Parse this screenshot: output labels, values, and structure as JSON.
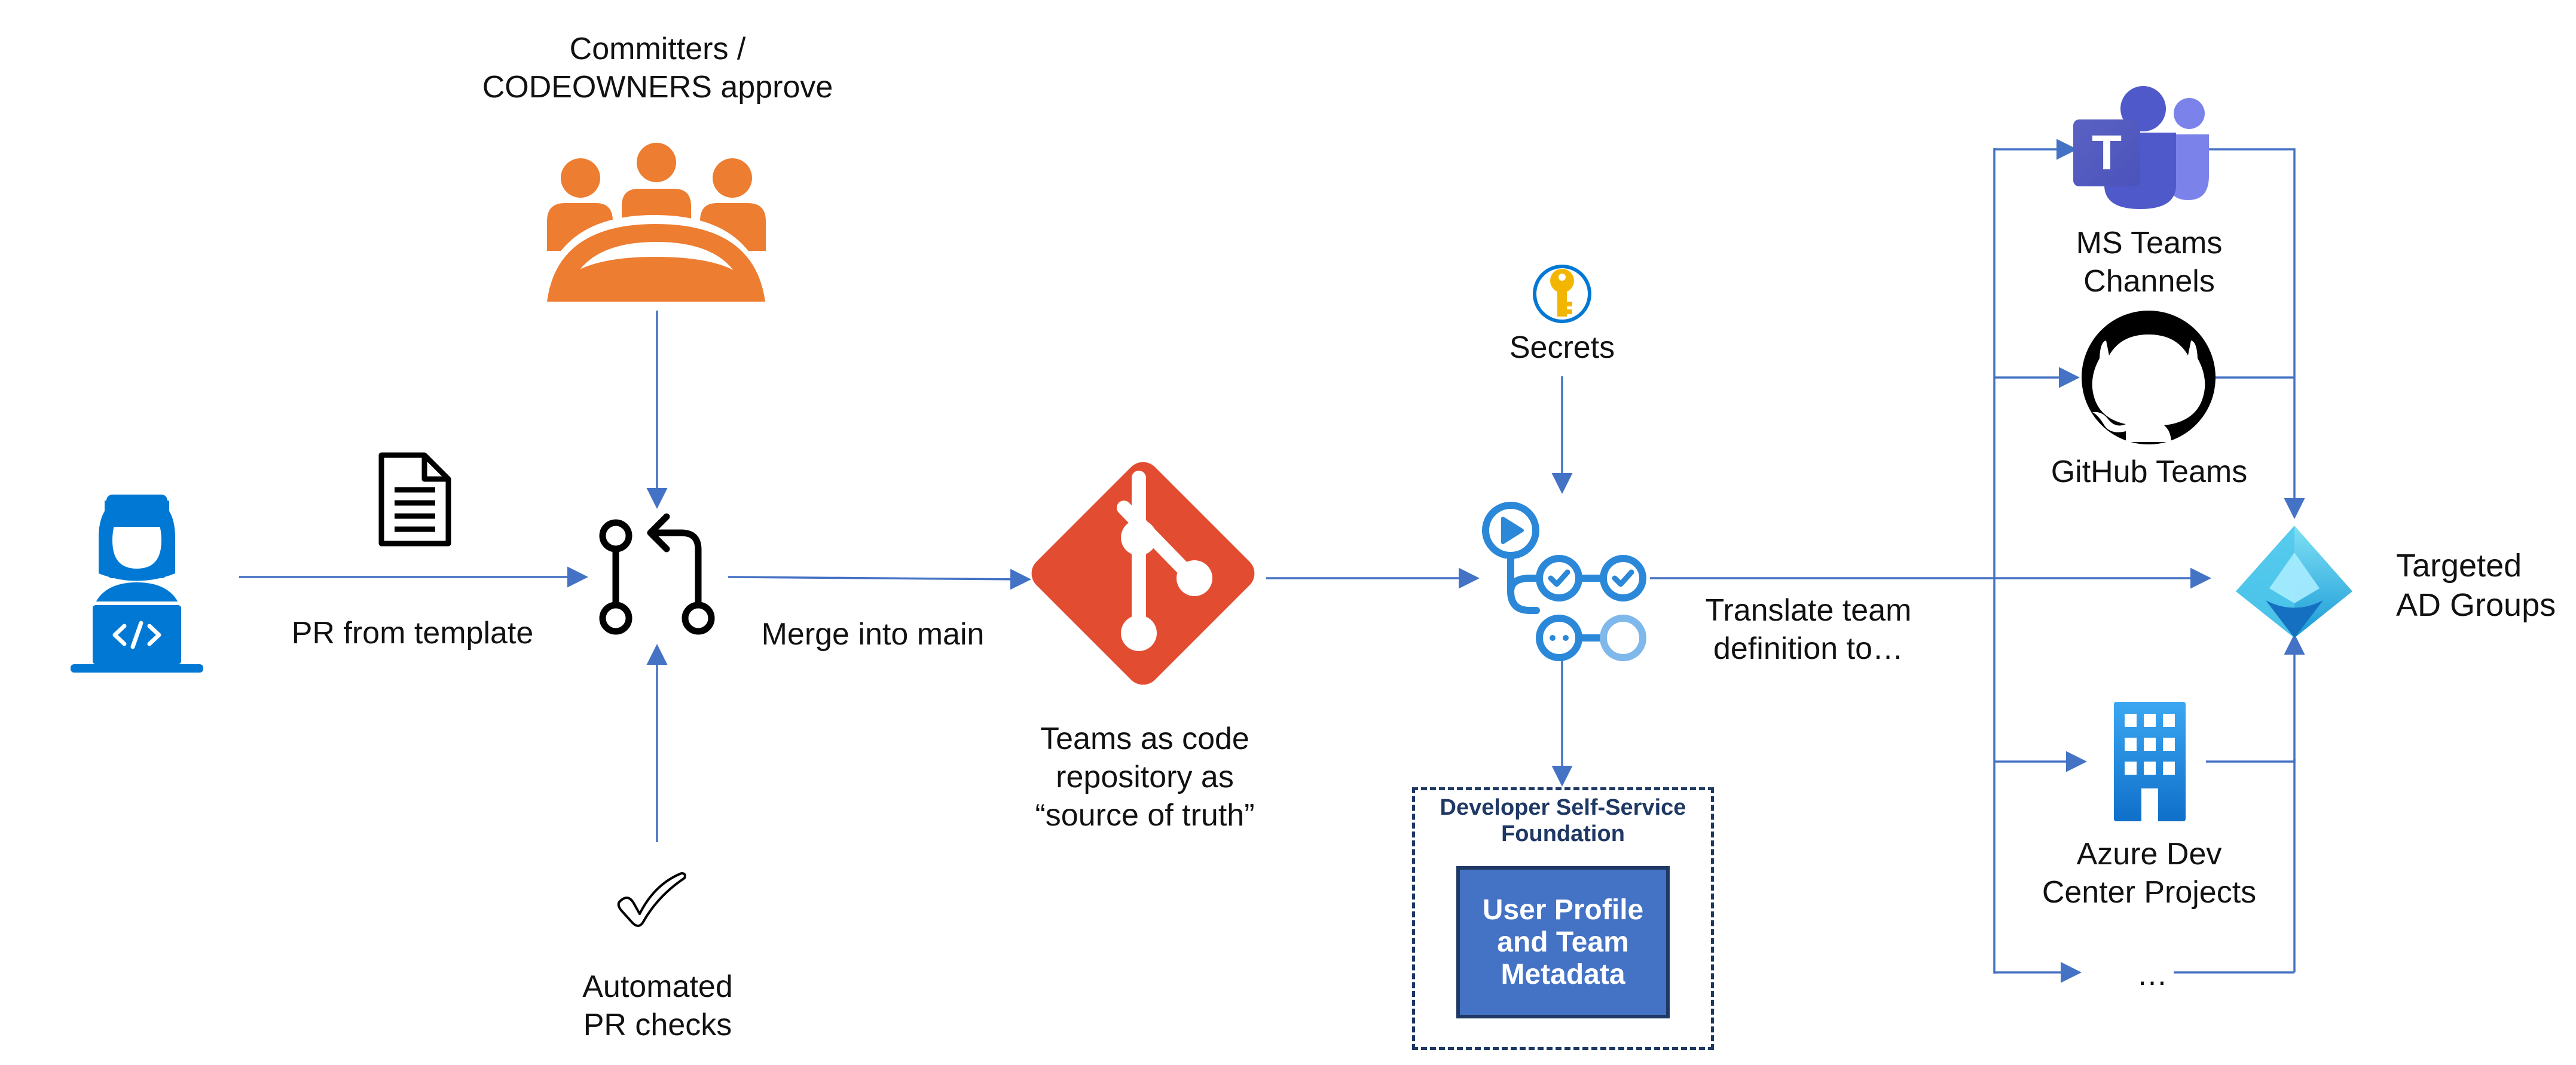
{
  "labels": {
    "approvers": "Committers /\nCODEOWNERS approve",
    "pr_from_template": "PR from template",
    "merge": "Merge into main",
    "automated_checks": "Automated\nPR checks",
    "repo": "Teams as code\nrepository as\n“source of truth”",
    "secrets": "Secrets",
    "translate": "Translate team\ndefinition to…",
    "ms_teams": "MS Teams\nChannels",
    "github_teams": "GitHub Teams",
    "azure_dev_center": "Azure Dev\nCenter Projects",
    "ellipsis": "…",
    "targeted_ad": "Targeted\nAD Groups",
    "teams_icon_letter": "T"
  },
  "foundation": {
    "title": "Developer Self-Service\nFoundation",
    "box": "User Profile\nand Team\nMetadata"
  },
  "colors": {
    "arrow": "#4472c4",
    "orange": "#ed7d31",
    "git_red": "#e24d32",
    "azure_blue": "#0078d4",
    "actions_blue": "#2b88d8",
    "profile_fill": "#4472c4",
    "navy": "#1f3864",
    "teams_purple": "#5059c9",
    "key_gold": "#f2b600"
  },
  "icons": [
    "developer-icon",
    "document-icon",
    "people-icon",
    "pull-request-icon",
    "checkmark-icon",
    "git-icon",
    "key-icon",
    "github-actions-icon",
    "ms-teams-icon",
    "github-icon",
    "building-icon",
    "azure-ad-icon"
  ]
}
